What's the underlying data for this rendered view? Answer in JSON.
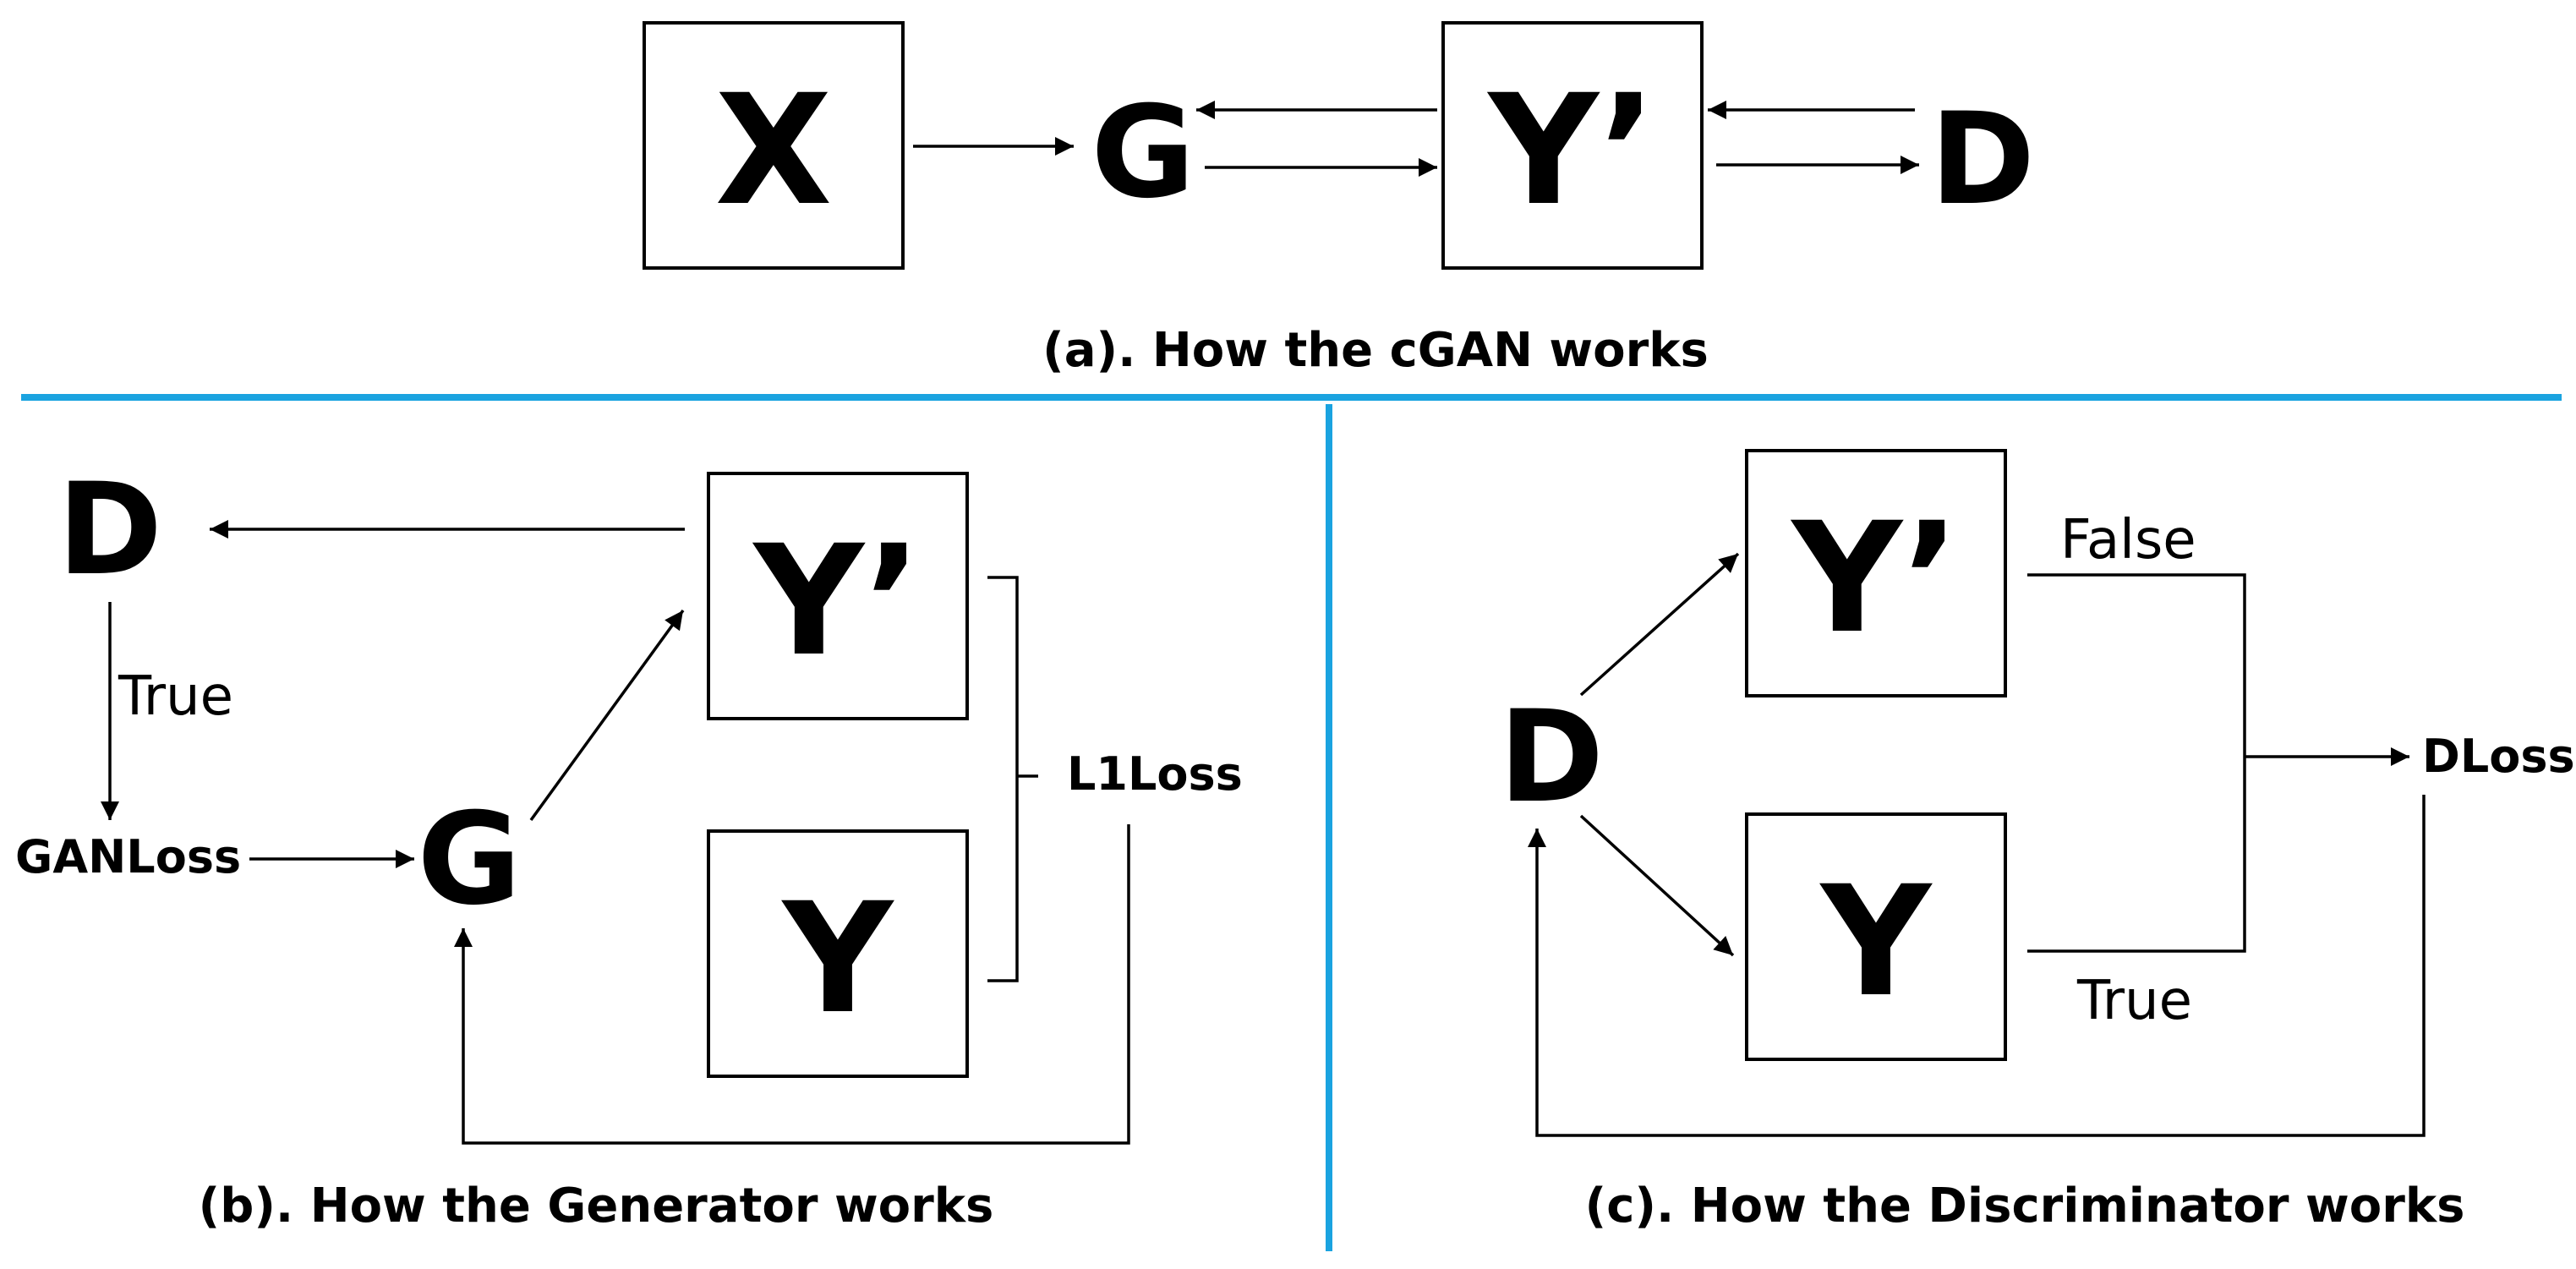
{
  "panel_a": {
    "node_x": "X",
    "node_g": "G",
    "node_y_prime": "Y’",
    "node_d": "D",
    "caption": "(a). How the cGAN works"
  },
  "panel_b": {
    "node_d": "D",
    "edge_true": "True",
    "gan_loss": "GANLoss",
    "node_g": "G",
    "node_y_prime": "Y’",
    "node_y": "Y",
    "l1_loss": "L1Loss",
    "caption": "(b). How the Generator works"
  },
  "panel_c": {
    "node_d": "D",
    "node_y_prime": "Y’",
    "node_y": "Y",
    "edge_false": "False",
    "edge_true": "True",
    "d_loss": "DLoss",
    "caption": "(c). How the Discriminator works"
  },
  "colors": {
    "divider": "#1aa3e0",
    "stroke": "#000000"
  }
}
